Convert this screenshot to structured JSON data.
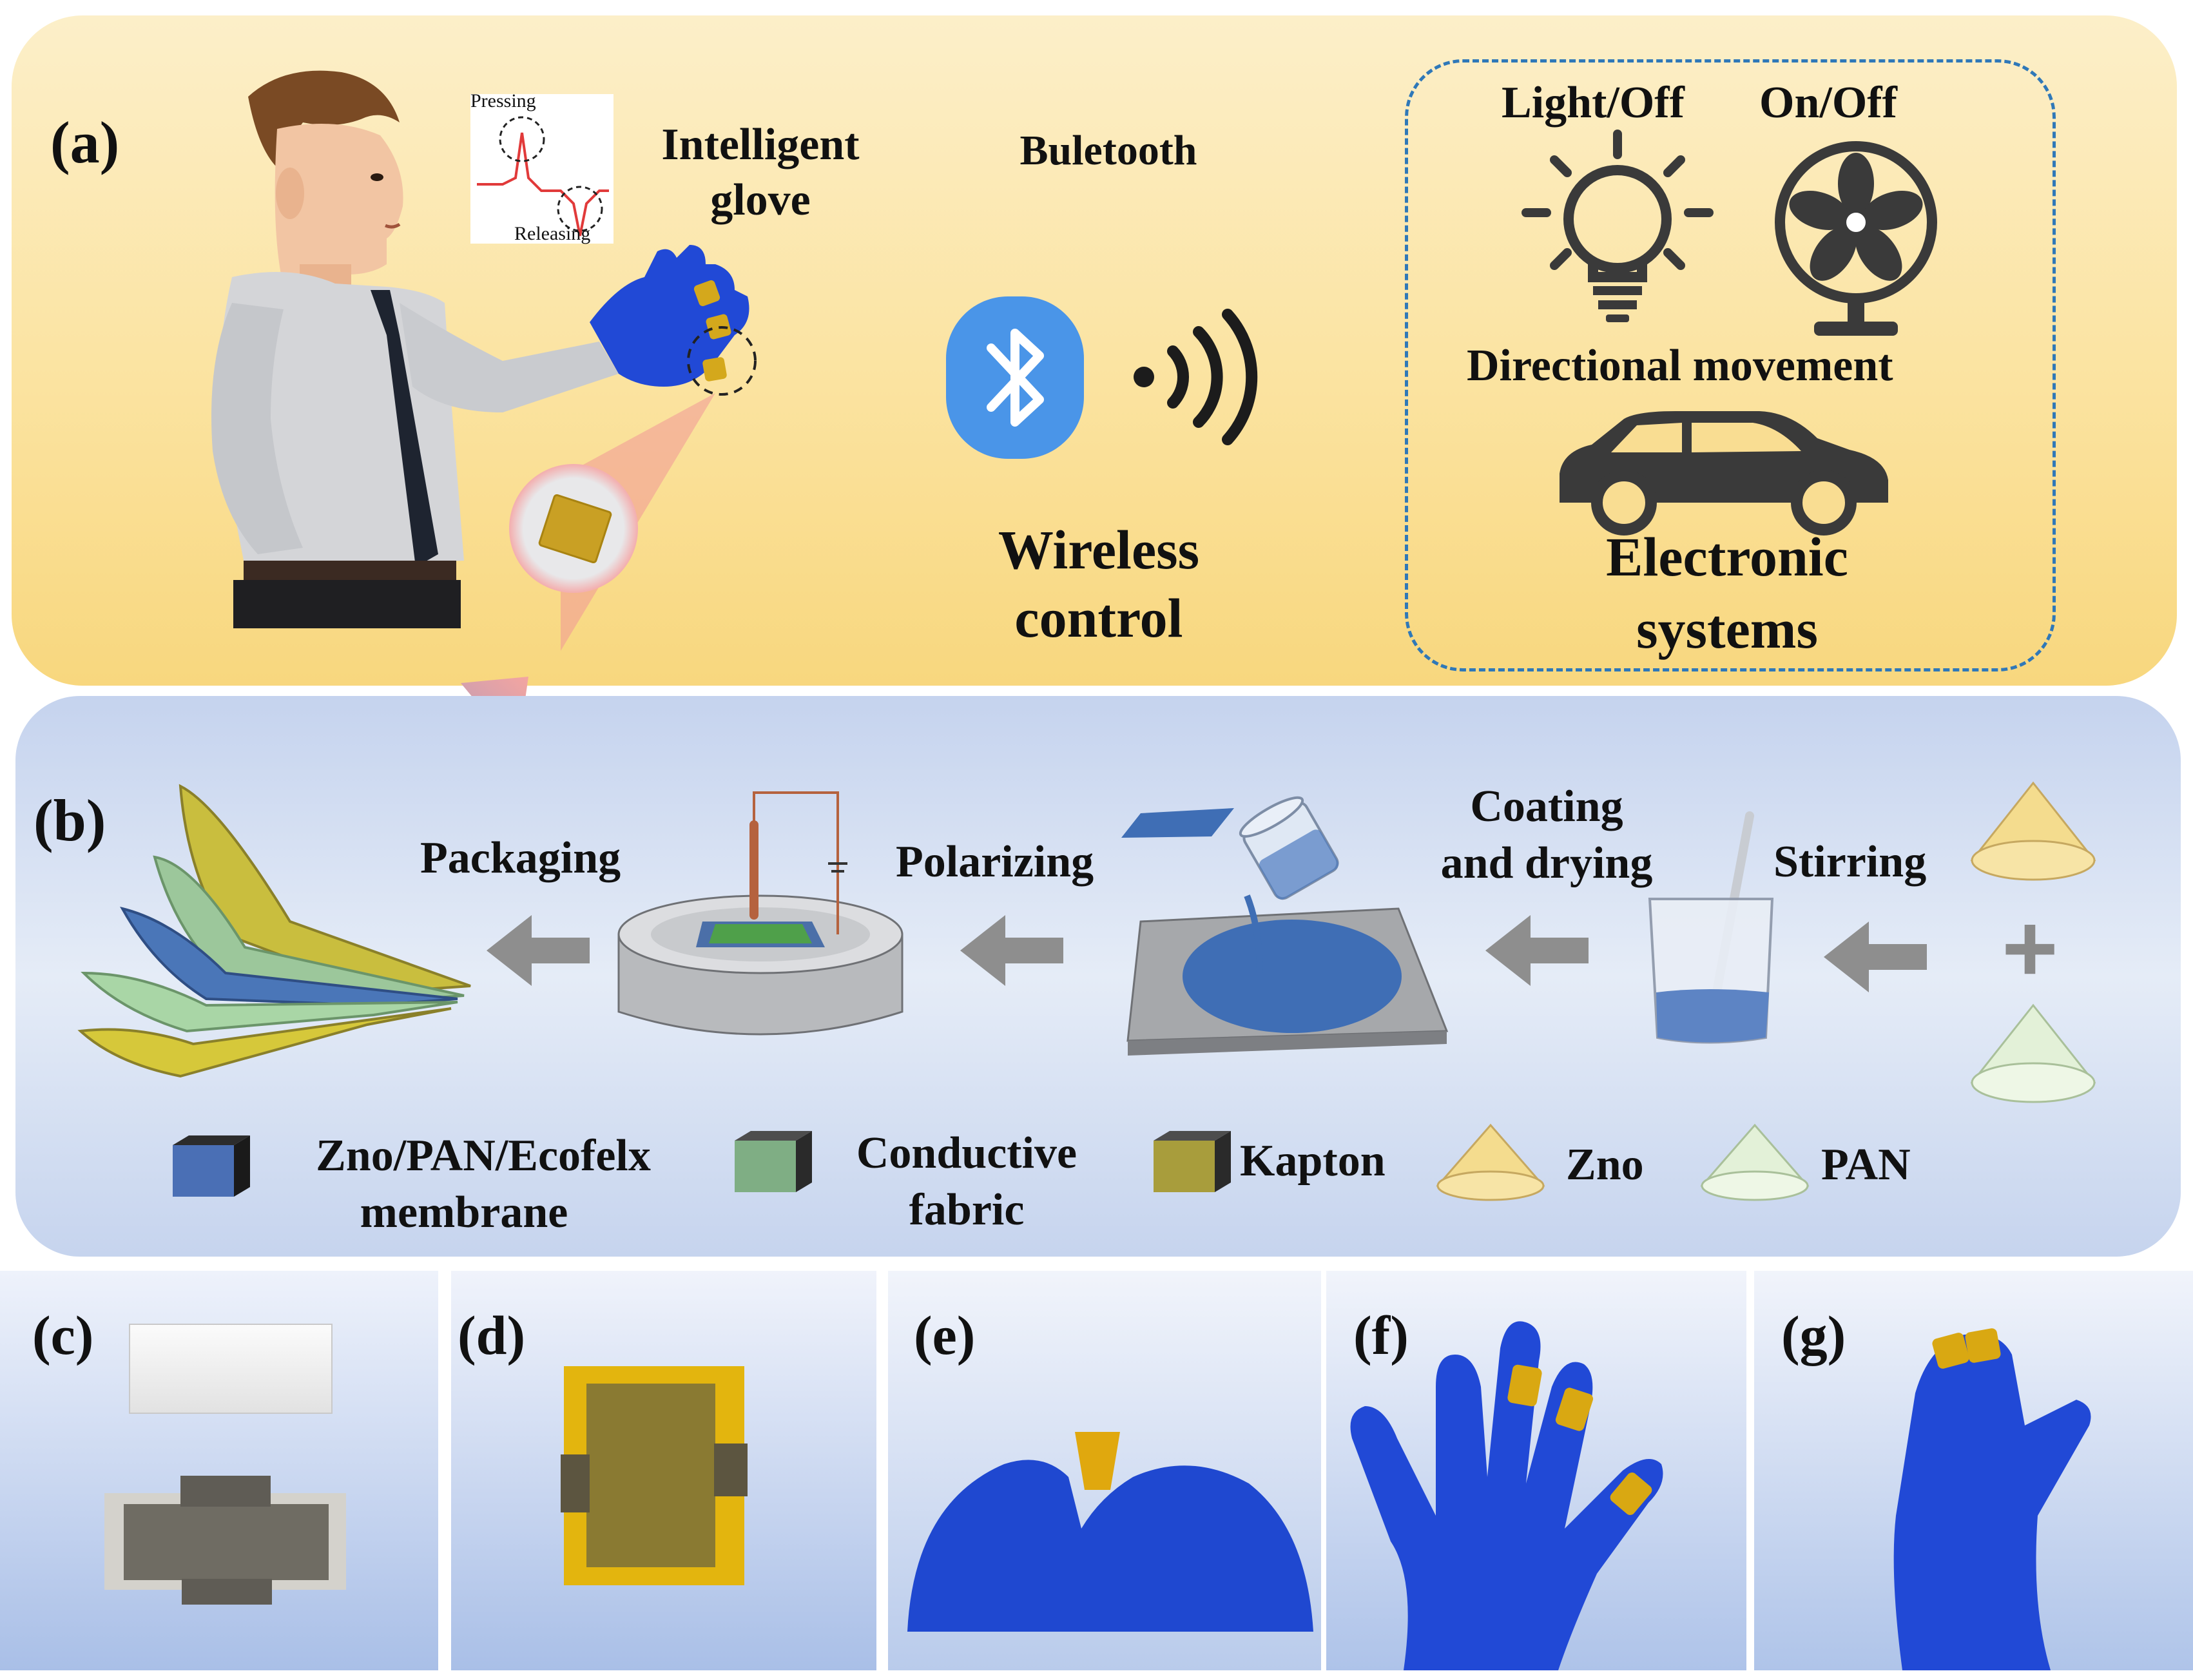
{
  "panel_a": {
    "label": "(a)",
    "waveform": {
      "top": "Pressing",
      "bottom": "Releasing"
    },
    "glove_title": [
      "Intelligent",
      "glove"
    ],
    "bluetooth_title": "Buletooth",
    "wireless_title": [
      "Wireless",
      "control"
    ],
    "systems": {
      "light_label": "Light/Off",
      "fan_label": "On/Off",
      "movement_label": "Directional movement",
      "title": [
        "Electronic",
        "systems"
      ]
    }
  },
  "panel_b": {
    "label": "(b)",
    "steps": {
      "stirring": "Stirring",
      "coating": [
        "Coating",
        "and drying"
      ],
      "polarizing": "Polarizing",
      "packaging": "Packaging"
    },
    "plus": "+",
    "legend": {
      "membrane": [
        "Zno/PAN/Ecofelx",
        "membrane"
      ],
      "fabric": [
        "Conductive",
        "fabric"
      ],
      "kapton": "Kapton",
      "zno": "Zno",
      "pan": "PAN"
    },
    "colors": {
      "membrane": "#4a6fb5",
      "fabric": "#7fae84",
      "kapton": "#a89d3c",
      "zno": "#f3dc8c",
      "pan": "#e2f0d6"
    }
  },
  "photos": {
    "c": "(c)",
    "d": "(d)",
    "e": "(e)",
    "f": "(f)",
    "g": "(g)"
  }
}
